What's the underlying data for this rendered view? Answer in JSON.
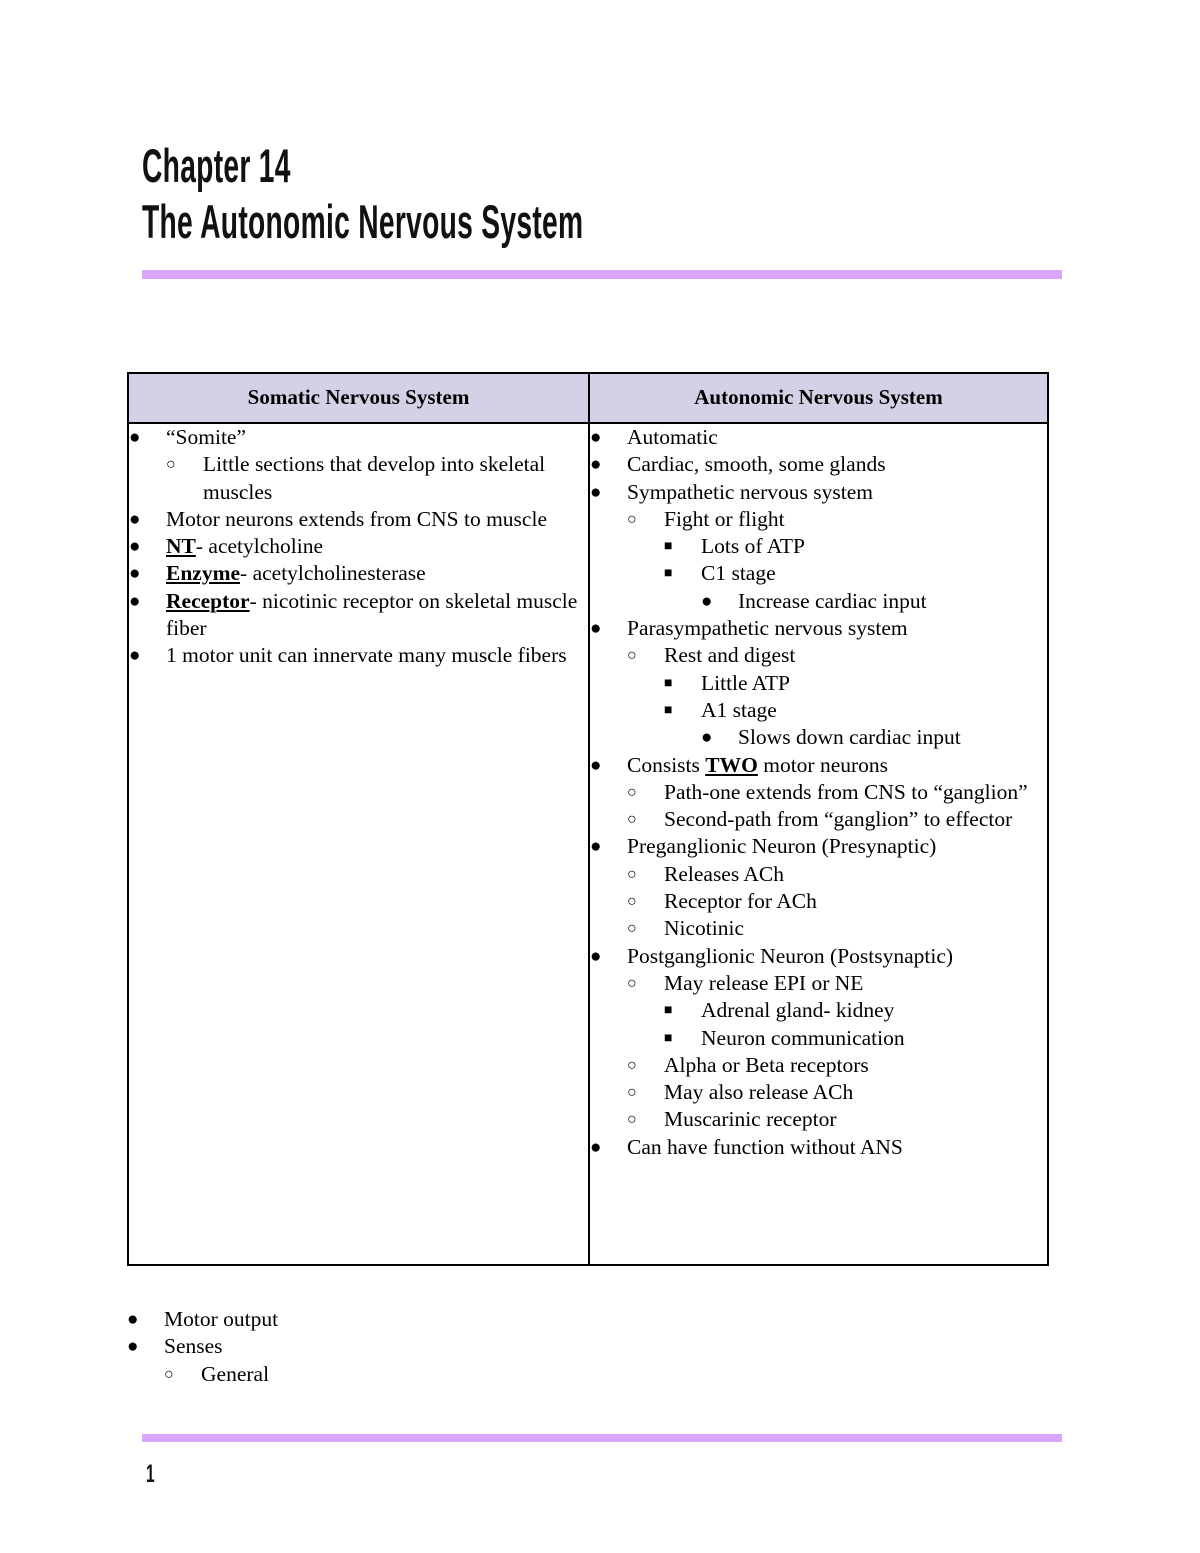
{
  "document": {
    "title_line_1": "Chapter 14",
    "title_line_2": "The Autonomic Nervous System",
    "page_number": "1",
    "accent_color": "#d9a6fa",
    "header_fill_color": "#d6d0e6"
  },
  "table": {
    "headers": {
      "left": "Somatic Nervous System",
      "right": "Autonomic Nervous System"
    },
    "left_column": [
      {
        "level": 1,
        "bullet": "disc",
        "text": "“Somite”",
        "children": [
          {
            "level": 2,
            "bullet": "circle",
            "text": "Little sections that develop into skeletal muscles"
          }
        ]
      },
      {
        "level": 1,
        "bullet": "disc",
        "text": "Motor neurons extends from CNS to muscle"
      },
      {
        "level": 1,
        "bullet": "disc",
        "emphasis": "NT",
        "text": "- acetylcholine"
      },
      {
        "level": 1,
        "bullet": "disc",
        "emphasis": "Enzyme",
        "text": "- acetylcholinesterase"
      },
      {
        "level": 1,
        "bullet": "disc",
        "emphasis": "Receptor",
        "text": "- nicotinic receptor on skeletal muscle fiber"
      },
      {
        "level": 1,
        "bullet": "disc",
        "text": "1 motor unit can innervate many muscle fibers"
      }
    ],
    "right_column": [
      {
        "level": 1,
        "bullet": "disc",
        "text": "Automatic"
      },
      {
        "level": 1,
        "bullet": "disc",
        "text": "Cardiac, smooth, some glands"
      },
      {
        "level": 1,
        "bullet": "disc",
        "text": "Sympathetic nervous system",
        "children": [
          {
            "level": 2,
            "bullet": "circle",
            "text": "Fight or flight",
            "children": [
              {
                "level": 3,
                "bullet": "square",
                "text": "Lots of ATP"
              },
              {
                "level": 3,
                "bullet": "square",
                "text": "C1 stage",
                "children": [
                  {
                    "level": 4,
                    "bullet": "disc",
                    "text": "Increase cardiac input"
                  }
                ]
              }
            ]
          }
        ]
      },
      {
        "level": 1,
        "bullet": "disc",
        "text": "Parasympathetic nervous system",
        "children": [
          {
            "level": 2,
            "bullet": "circle",
            "text": "Rest and digest",
            "children": [
              {
                "level": 3,
                "bullet": "square",
                "text": "Little ATP"
              },
              {
                "level": 3,
                "bullet": "square",
                "text": "A1 stage",
                "children": [
                  {
                    "level": 4,
                    "bullet": "disc",
                    "text": "Slows down cardiac input"
                  }
                ]
              }
            ]
          }
        ]
      },
      {
        "level": 1,
        "bullet": "disc",
        "text_before": "Consists ",
        "emphasis": "TWO",
        "text_after": " motor neurons",
        "children": [
          {
            "level": 2,
            "bullet": "circle",
            "text": "Path-one extends from CNS to “ganglion”"
          },
          {
            "level": 2,
            "bullet": "circle",
            "text": "Second-path from “ganglion” to effector"
          }
        ]
      },
      {
        "level": 1,
        "bullet": "disc",
        "text": "Preganglionic Neuron (Presynaptic)",
        "children": [
          {
            "level": 2,
            "bullet": "circle",
            "text": "Releases ACh"
          },
          {
            "level": 2,
            "bullet": "circle",
            "text": "Receptor for ACh"
          },
          {
            "level": 2,
            "bullet": "circle",
            "text": "Nicotinic"
          }
        ]
      },
      {
        "level": 1,
        "bullet": "disc",
        "text": "Postganglionic Neuron (Postsynaptic)",
        "children": [
          {
            "level": 2,
            "bullet": "circle",
            "text": "May release EPI or NE",
            "children": [
              {
                "level": 3,
                "bullet": "square",
                "text": "Adrenal gland- kidney"
              },
              {
                "level": 3,
                "bullet": "square",
                "text": "Neuron communication"
              }
            ]
          },
          {
            "level": 2,
            "bullet": "circle",
            "text": "Alpha or Beta receptors"
          },
          {
            "level": 2,
            "bullet": "circle",
            "text": "May also release ACh"
          },
          {
            "level": 2,
            "bullet": "circle",
            "text": "Muscarinic receptor"
          }
        ]
      },
      {
        "level": 1,
        "bullet": "disc",
        "text": "Can have function without ANS"
      }
    ]
  },
  "after_table": [
    {
      "level": 1,
      "bullet": "disc",
      "text": "Motor output"
    },
    {
      "level": 1,
      "bullet": "disc",
      "text": "Senses",
      "children": [
        {
          "level": 2,
          "bullet": "circle",
          "text": "General"
        }
      ]
    }
  ],
  "glyphs": {
    "disc": "●",
    "circle": "○",
    "square": "■"
  }
}
